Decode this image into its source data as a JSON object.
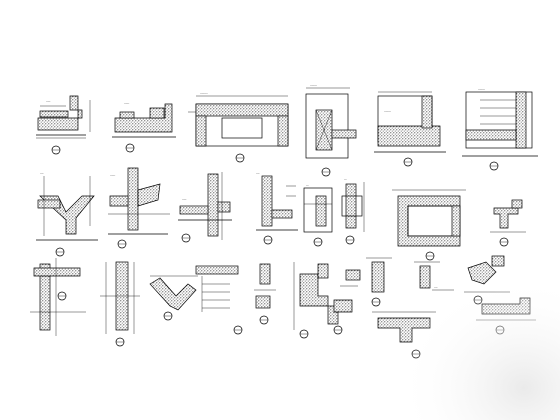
{
  "drawing": {
    "background": "#ffffff",
    "line_color": "#000000",
    "fade_color": "#f3f3f3"
  },
  "details": [
    {
      "id": "d01"
    },
    {
      "id": "d02"
    },
    {
      "id": "d03"
    },
    {
      "id": "d04"
    },
    {
      "id": "d05"
    },
    {
      "id": "d06"
    },
    {
      "id": "d07"
    },
    {
      "id": "d08"
    },
    {
      "id": "d09"
    },
    {
      "id": "d10"
    },
    {
      "id": "d11"
    },
    {
      "id": "d12"
    },
    {
      "id": "d13"
    },
    {
      "id": "d14"
    },
    {
      "id": "d15"
    },
    {
      "id": "d16"
    },
    {
      "id": "d17"
    },
    {
      "id": "d18"
    },
    {
      "id": "d19"
    },
    {
      "id": "d20"
    },
    {
      "id": "d21"
    },
    {
      "id": "d22"
    },
    {
      "id": "d23"
    },
    {
      "id": "d24"
    },
    {
      "id": "d25"
    },
    {
      "id": "d26"
    },
    {
      "id": "d27"
    },
    {
      "id": "d28"
    },
    {
      "id": "d29"
    },
    {
      "id": "d30"
    }
  ]
}
